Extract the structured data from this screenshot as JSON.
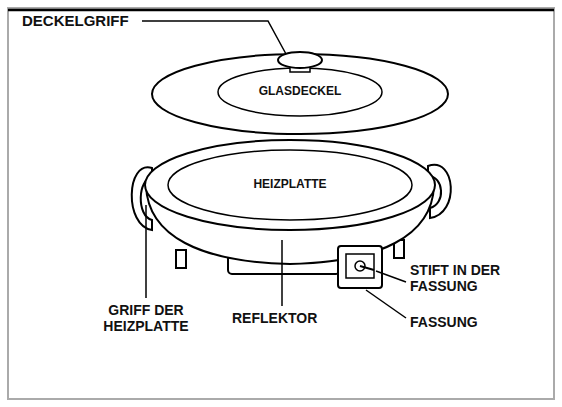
{
  "diagram": {
    "labels": [
      "DECKELGRIFF",
      "GLASDECKEL",
      "HEIZPLATTE",
      "STIFT IN DER FASSUNG",
      "GRIFF DER HEIZPLATTE",
      "REFLEKTOR",
      "FASSUNG"
    ]
  }
}
